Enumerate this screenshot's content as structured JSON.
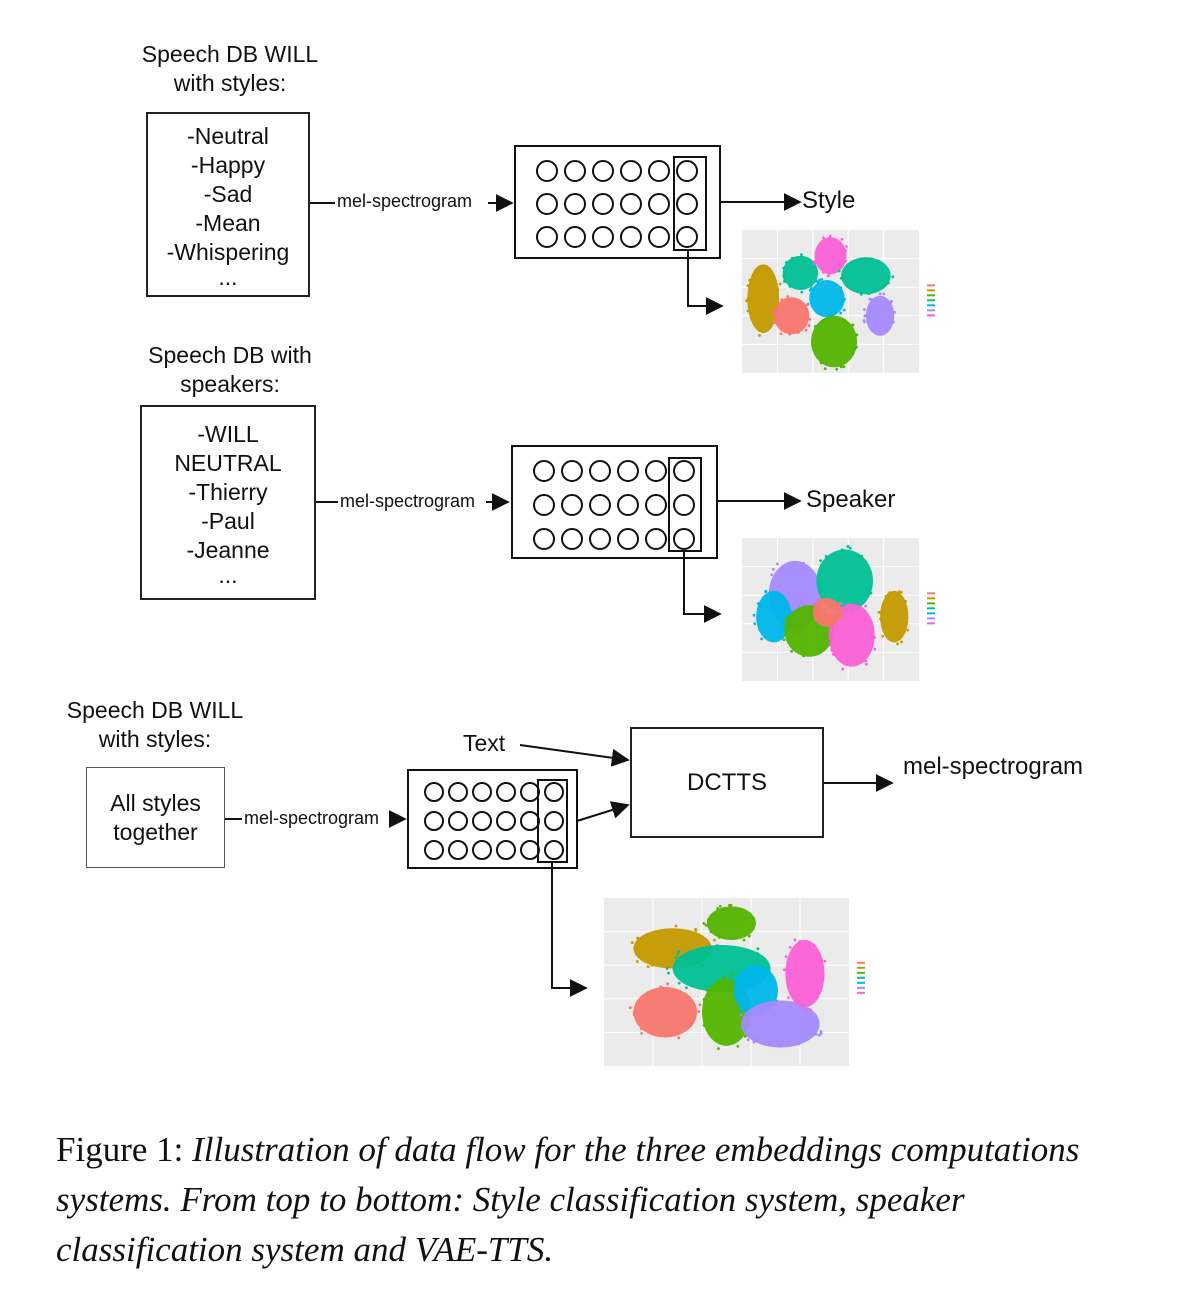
{
  "panel1": {
    "title_lines": [
      "Speech DB WILL",
      "with styles:"
    ],
    "items": [
      "-Neutral",
      "-Happy",
      "-Sad",
      "-Mean",
      "-Whispering",
      "..."
    ],
    "arrow_label": "mel-spectrogram",
    "output": "Style"
  },
  "panel2": {
    "title_lines": [
      "Speech DB with",
      "speakers:"
    ],
    "items": [
      "-WILL",
      "NEUTRAL",
      "-Thierry",
      "-Paul",
      "-Jeanne",
      "..."
    ],
    "arrow_label": "mel-spectrogram",
    "output": "Speaker"
  },
  "panel3": {
    "title_lines": [
      "Speech DB WILL",
      "with styles:"
    ],
    "items": [
      "All styles",
      "together"
    ],
    "arrow_label": "mel-spectrogram",
    "text_input": "Text",
    "model": "DCTTS",
    "output": "mel-spectrogram"
  },
  "caption": {
    "label": "Figure 1:",
    "text": "Illustration of data flow for the three embeddings computations systems. From top to bottom: Style classification system, speaker classification system and VAE-TTS."
  },
  "colors": {
    "plot_bg": "#ebebeb",
    "clusters": [
      "#f8766d",
      "#c49a00",
      "#53b400",
      "#00c094",
      "#00b6eb",
      "#a58aff",
      "#fb61d7"
    ]
  }
}
